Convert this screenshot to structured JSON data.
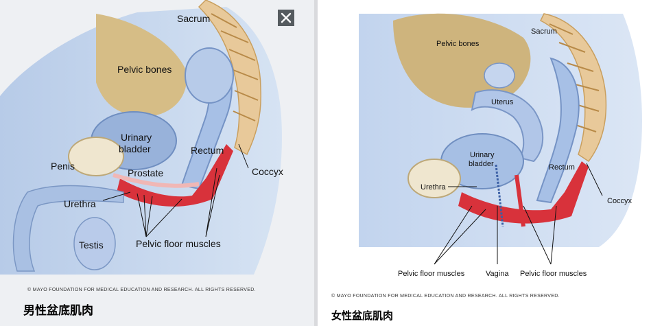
{
  "male": {
    "labels": {
      "sacrum": "Sacrum",
      "pelvic_bones": "Pelvic bones",
      "urinary_bladder_1": "Urinary",
      "urinary_bladder_2": "bladder",
      "rectum": "Rectum",
      "penis": "Penis",
      "prostate": "Prostate",
      "coccyx": "Coccyx",
      "urethra": "Urethra",
      "testis": "Testis",
      "pelvic_floor_muscles": "Pelvic floor muscles"
    },
    "copyright": "© MAYO FOUNDATION FOR MEDICAL EDUCATION AND RESEARCH. ALL RIGHTS RESERVED.",
    "caption": "男性盆底肌肉",
    "close_icon": "close-icon"
  },
  "female": {
    "labels": {
      "pelvic_bones": "Pelvic bones",
      "sacrum": "Sacrum",
      "uterus": "Uterus",
      "urinary_bladder_1": "Urinary",
      "urinary_bladder_2": "bladder",
      "rectum": "Rectum",
      "urethra": "Urethra",
      "coccyx": "Coccyx",
      "pelvic_floor_muscles_left": "Pelvic floor muscles",
      "vagina": "Vagina",
      "pelvic_floor_muscles_right": "Pelvic floor muscles"
    },
    "copyright": "© MAYO FOUNDATION FOR MEDICAL EDUCATION AND RESEARCH. ALL RIGHTS RESERVED.",
    "caption": "女性盆底肌肉"
  },
  "colors": {
    "body": "#c9d9ee",
    "body_dark": "#9fb8dc",
    "bone": "#dcc79a",
    "bone_dark": "#b8a06a",
    "muscle": "#d8323b",
    "muscle_light": "#f0b7b5",
    "organ": "#aec4e6",
    "spine": "#e8c99a"
  }
}
